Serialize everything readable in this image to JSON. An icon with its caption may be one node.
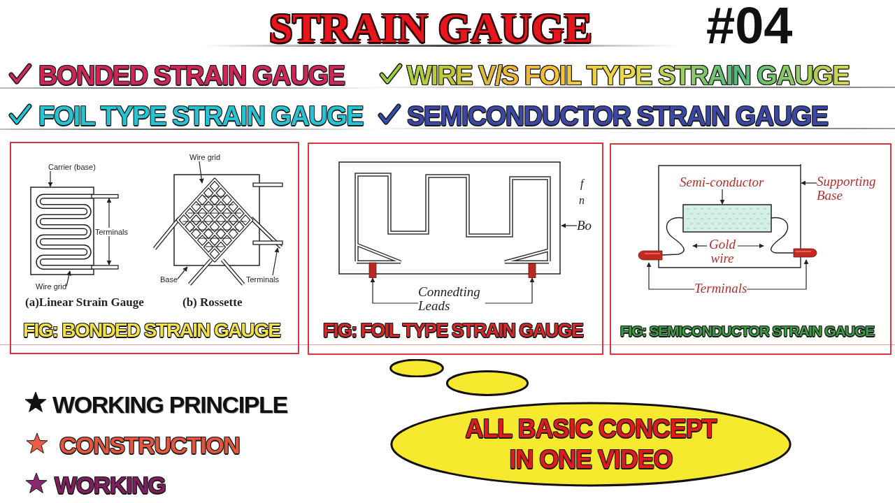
{
  "diagram": {
    "title": "STRAIN GAUGE",
    "nodes": [
      {
        "text": [
          "(a)Linear Strain Gauge",
          "(b) Rossette",
          "FIG: BONDED STRAIN GAUGE"
        ]
      },
      {
        "text": [
          "Carrier (base)"
        ],
        "in": 0
      },
      {
        "text": [
          "Terminals"
        ],
        "in": 0
      },
      {
        "text": [
          "Wire grid"
        ],
        "in": 0
      },
      {
        "text": [
          "Wire grid"
        ],
        "in": 0
      },
      {
        "text": [
          "Base"
        ],
        "in": 0
      },
      {
        "text": [
          "Terminals"
        ],
        "in": 0
      },
      {
        "text": [
          "FIG: FOIL TYPE STRAIN GAUGE"
        ]
      },
      {
        "text": [
          "Connedting Leads"
        ],
        "in": 7
      },
      {
        "text": [
          "Bo"
        ],
        "in": 7
      },
      {
        "text": [
          "FIG: SEMICONDUCTOR STRAIN GAUGE"
        ]
      },
      {
        "text": [
          "Semi-conductor"
        ],
        "in": 10
      },
      {
        "text": [
          "Supporting Base"
        ],
        "in": 10
      },
      {
        "text": [
          "Gold wire"
        ],
        "in": 10
      },
      {
        "text": [
          "Terminals"
        ],
        "in": 10
      },
      {
        "text": [],
        "shape": "ellipse"
      },
      {
        "text": [],
        "shape": "ellipse"
      },
      {
        "text": [
          "ALL BASIC CONCEPT IN ONE VIDEO"
        ]
      },
      {
        "text": [],
        "shape": "picture",
        "in": 7
      },
      {
        "text": [],
        "shape": "bar",
        "in": 18
      },
      {
        "text": [],
        "shape": "bar",
        "in": 18
      }
    ],
    "edges": [
      {
        "from": 1,
        "to": null,
        "arrow": "to"
      },
      {
        "from": 2,
        "to": null,
        "arrow": "to"
      },
      {
        "from": 2,
        "to": null,
        "arrow": "to"
      },
      {
        "from": 3,
        "to": null,
        "arrow": "to"
      },
      {
        "from": 4,
        "to": null,
        "arrow": "to"
      },
      {
        "from": 5,
        "to": null,
        "arrow": "to"
      },
      {
        "from": 6,
        "to": null,
        "arrow": "to"
      },
      {
        "from": 8,
        "to": 19,
        "arrow": "to"
      },
      {
        "from": 8,
        "to": 20,
        "arrow": "to"
      },
      {
        "from": 9,
        "to": 18,
        "arrow": "to"
      },
      {
        "from": 11,
        "to": null,
        "arrow": "to"
      },
      {
        "from": 12,
        "to": null,
        "arrow": "to"
      },
      {
        "from": 13,
        "to": null,
        "arrow": "to"
      },
      {
        "from": 13,
        "to": null,
        "arrow": "to"
      },
      {
        "from": 14,
        "to": null,
        "arrow": "to"
      },
      {
        "from": 14,
        "to": null,
        "arrow": "to"
      }
    ],
    "labels": [
      "#04",
      "BONDED STRAIN GAUGE",
      "WIRE V/S FOIL TYPE STRAIN GAUGE",
      "FOIL TYPE STRAIN GAUGE",
      "SEMICONDUCTOR STRAIN GAUGE",
      "f",
      "n",
      "WORKING PRINCIPLE",
      "CONSTRUCTION",
      "WORKING"
    ]
  }
}
